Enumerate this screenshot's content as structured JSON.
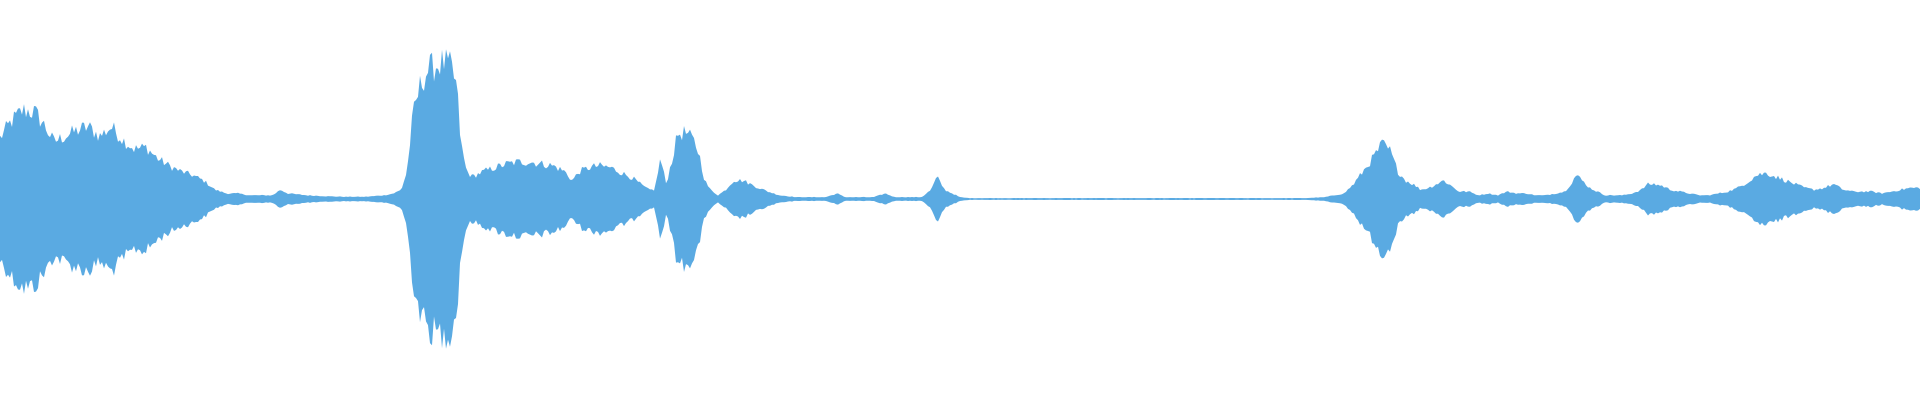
{
  "waveform": {
    "color": "#5aaae2",
    "background": "#ffffff",
    "envelope": [
      [
        0.0,
        0.33
      ],
      [
        0.006,
        0.42
      ],
      [
        0.012,
        0.48
      ],
      [
        0.018,
        0.47
      ],
      [
        0.023,
        0.4
      ],
      [
        0.028,
        0.31
      ],
      [
        0.034,
        0.34
      ],
      [
        0.04,
        0.37
      ],
      [
        0.046,
        0.39
      ],
      [
        0.052,
        0.34
      ],
      [
        0.058,
        0.39
      ],
      [
        0.064,
        0.32
      ],
      [
        0.07,
        0.27
      ],
      [
        0.076,
        0.28
      ],
      [
        0.082,
        0.22
      ],
      [
        0.088,
        0.18
      ],
      [
        0.094,
        0.15
      ],
      [
        0.1,
        0.13
      ],
      [
        0.106,
        0.1
      ],
      [
        0.112,
        0.05
      ],
      [
        0.118,
        0.03
      ],
      [
        0.124,
        0.03
      ],
      [
        0.13,
        0.02
      ],
      [
        0.136,
        0.02
      ],
      [
        0.142,
        0.02
      ],
      [
        0.146,
        0.05
      ],
      [
        0.15,
        0.03
      ],
      [
        0.16,
        0.02
      ],
      [
        0.17,
        0.015
      ],
      [
        0.18,
        0.012
      ],
      [
        0.19,
        0.012
      ],
      [
        0.2,
        0.02
      ],
      [
        0.205,
        0.03
      ],
      [
        0.209,
        0.05
      ],
      [
        0.212,
        0.15
      ],
      [
        0.215,
        0.45
      ],
      [
        0.219,
        0.62
      ],
      [
        0.223,
        0.7
      ],
      [
        0.227,
        0.72
      ],
      [
        0.231,
        0.74
      ],
      [
        0.235,
        0.71
      ],
      [
        0.238,
        0.6
      ],
      [
        0.24,
        0.3
      ],
      [
        0.243,
        0.15
      ],
      [
        0.246,
        0.12
      ],
      [
        0.252,
        0.15
      ],
      [
        0.258,
        0.17
      ],
      [
        0.264,
        0.19
      ],
      [
        0.27,
        0.2
      ],
      [
        0.276,
        0.2
      ],
      [
        0.282,
        0.19
      ],
      [
        0.288,
        0.18
      ],
      [
        0.294,
        0.15
      ],
      [
        0.298,
        0.1
      ],
      [
        0.302,
        0.15
      ],
      [
        0.307,
        0.17
      ],
      [
        0.312,
        0.18
      ],
      [
        0.318,
        0.17
      ],
      [
        0.324,
        0.14
      ],
      [
        0.33,
        0.11
      ],
      [
        0.335,
        0.07
      ],
      [
        0.338,
        0.05
      ],
      [
        0.341,
        0.05
      ],
      [
        0.344,
        0.22
      ],
      [
        0.347,
        0.08
      ],
      [
        0.35,
        0.21
      ],
      [
        0.353,
        0.35
      ],
      [
        0.357,
        0.36
      ],
      [
        0.361,
        0.32
      ],
      [
        0.364,
        0.25
      ],
      [
        0.367,
        0.1
      ],
      [
        0.37,
        0.05
      ],
      [
        0.374,
        0.02
      ],
      [
        0.378,
        0.05
      ],
      [
        0.382,
        0.1
      ],
      [
        0.387,
        0.1
      ],
      [
        0.393,
        0.07
      ],
      [
        0.4,
        0.04
      ],
      [
        0.406,
        0.02
      ],
      [
        0.415,
        0.01
      ],
      [
        0.43,
        0.01
      ],
      [
        0.436,
        0.03
      ],
      [
        0.44,
        0.01
      ],
      [
        0.455,
        0.01
      ],
      [
        0.461,
        0.03
      ],
      [
        0.466,
        0.01
      ],
      [
        0.48,
        0.01
      ],
      [
        0.485,
        0.05
      ],
      [
        0.488,
        0.12
      ],
      [
        0.492,
        0.05
      ],
      [
        0.5,
        0.01
      ],
      [
        0.505,
        0.005
      ],
      [
        0.625,
        0.005
      ],
      [
        0.68,
        0.005
      ],
      [
        0.69,
        0.01
      ],
      [
        0.7,
        0.03
      ],
      [
        0.705,
        0.08
      ],
      [
        0.71,
        0.15
      ],
      [
        0.715,
        0.22
      ],
      [
        0.72,
        0.3
      ],
      [
        0.724,
        0.26
      ],
      [
        0.728,
        0.15
      ],
      [
        0.732,
        0.1
      ],
      [
        0.736,
        0.08
      ],
      [
        0.74,
        0.05
      ],
      [
        0.744,
        0.06
      ],
      [
        0.748,
        0.08
      ],
      [
        0.752,
        0.1
      ],
      [
        0.756,
        0.07
      ],
      [
        0.76,
        0.04
      ],
      [
        0.765,
        0.04
      ],
      [
        0.77,
        0.02
      ],
      [
        0.775,
        0.03
      ],
      [
        0.78,
        0.02
      ],
      [
        0.785,
        0.04
      ],
      [
        0.79,
        0.03
      ],
      [
        0.795,
        0.03
      ],
      [
        0.8,
        0.02
      ],
      [
        0.805,
        0.02
      ],
      [
        0.81,
        0.03
      ],
      [
        0.815,
        0.04
      ],
      [
        0.818,
        0.08
      ],
      [
        0.821,
        0.13
      ],
      [
        0.824,
        0.1
      ],
      [
        0.828,
        0.06
      ],
      [
        0.832,
        0.04
      ],
      [
        0.836,
        0.02
      ],
      [
        0.84,
        0.02
      ],
      [
        0.845,
        0.02
      ],
      [
        0.85,
        0.03
      ],
      [
        0.855,
        0.05
      ],
      [
        0.858,
        0.08
      ],
      [
        0.862,
        0.08
      ],
      [
        0.866,
        0.07
      ],
      [
        0.87,
        0.05
      ],
      [
        0.875,
        0.04
      ],
      [
        0.88,
        0.03
      ],
      [
        0.885,
        0.02
      ],
      [
        0.89,
        0.02
      ],
      [
        0.895,
        0.03
      ],
      [
        0.9,
        0.04
      ],
      [
        0.905,
        0.06
      ],
      [
        0.91,
        0.09
      ],
      [
        0.915,
        0.13
      ],
      [
        0.92,
        0.14
      ],
      [
        0.925,
        0.12
      ],
      [
        0.93,
        0.1
      ],
      [
        0.935,
        0.08
      ],
      [
        0.94,
        0.06
      ],
      [
        0.945,
        0.05
      ],
      [
        0.95,
        0.06
      ],
      [
        0.955,
        0.08
      ],
      [
        0.96,
        0.05
      ],
      [
        0.965,
        0.04
      ],
      [
        0.97,
        0.04
      ],
      [
        0.975,
        0.04
      ],
      [
        0.98,
        0.03
      ],
      [
        0.985,
        0.04
      ],
      [
        0.99,
        0.05
      ],
      [
        0.995,
        0.06
      ],
      [
        1.0,
        0.06
      ]
    ]
  }
}
